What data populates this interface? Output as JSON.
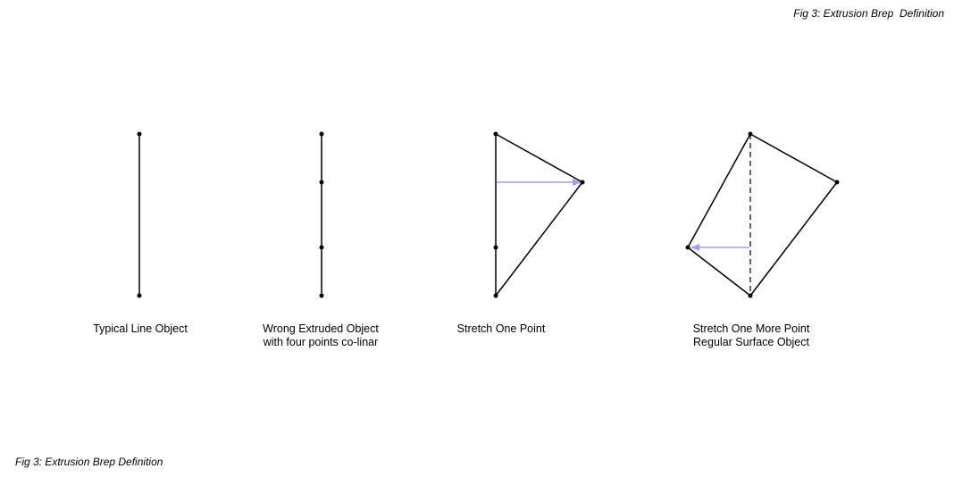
{
  "figure": {
    "caption_top": "Fig 3: Extrusion Brep  Definition",
    "caption_bottom": "Fig 3: Extrusion Brep Definition"
  },
  "panels": [
    {
      "label_line1": "Typical Line Object",
      "label_line2": ""
    },
    {
      "label_line1": "Wrong Extruded Object",
      "label_line2": "with four points co-linar"
    },
    {
      "label_line1": "Stretch One Point",
      "label_line2": ""
    },
    {
      "label_line1": "Stretch One More Point",
      "label_line2": "Regular Surface Object"
    }
  ],
  "colors": {
    "stroke": "#000000",
    "arrow": "#a99cf5",
    "background": "#ffffff"
  }
}
